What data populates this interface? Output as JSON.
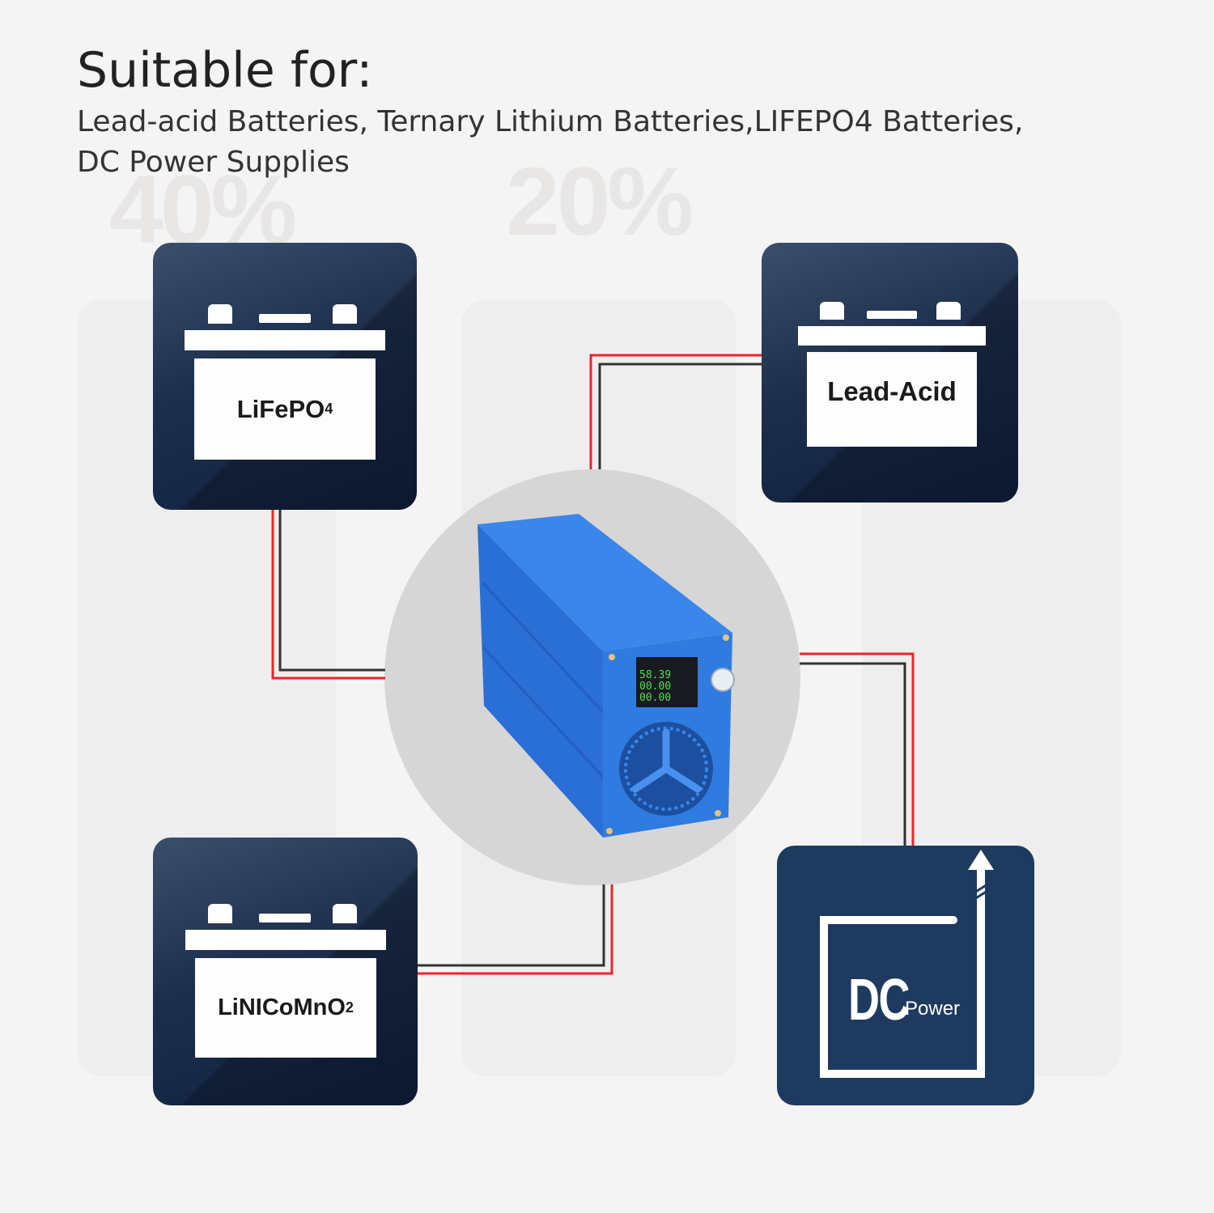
{
  "header": {
    "title": "Suitable for:",
    "subtitle_line1": "Lead-acid Batteries, Ternary Lithium Batteries,LIFEPO4 Batteries,",
    "subtitle_line2": "DC Power Supplies"
  },
  "background": {
    "watermark_1": "40%",
    "watermark_2": "20%"
  },
  "cards": {
    "lifepo4": {
      "label": "LiFePO",
      "sub": "4"
    },
    "lead_acid": {
      "label": "Lead-Acid"
    },
    "nmc": {
      "label": "LiNICoMnO",
      "sub": "2"
    },
    "dc_power": {
      "big": "DC",
      "small": "Power"
    }
  },
  "device": {
    "display_line1": "58.39",
    "display_line2": "00.00",
    "display_line3": "00.00"
  },
  "colors": {
    "card_navy": "#1d2f4d",
    "dc_card": "#1e3a5f",
    "wire_red": "#e8262a",
    "wire_black": "#333333",
    "device_blue": "#2f7be0",
    "circle": "#d6d6d6"
  }
}
